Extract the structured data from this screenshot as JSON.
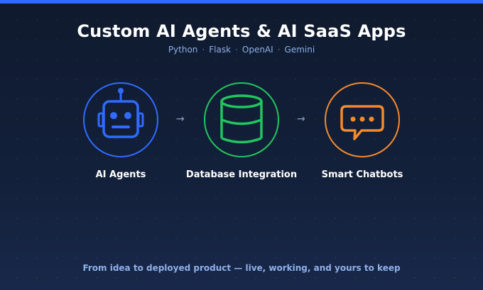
{
  "header": {
    "title": "Custom AI Agents & AI SaaS Apps",
    "tech": [
      "Python",
      "Flask",
      "OpenAI",
      "Gemini"
    ],
    "separator": "·"
  },
  "features": [
    {
      "label": "AI Agents",
      "icon": "robot-icon",
      "color": "#2f6bff"
    },
    {
      "label": "Database Integration",
      "icon": "database-icon",
      "color": "#22c55e"
    },
    {
      "label": "Smart Chatbots",
      "icon": "chat-bubble-icon",
      "color": "#f58a2b"
    }
  ],
  "arrows": [
    "→",
    "→"
  ],
  "footer": {
    "tagline": "From idea to deployed product — live, working, and yours to keep"
  },
  "colors": {
    "background": "#0f1a2e",
    "accent_bar": "#2f6bff",
    "subtitle": "#8fb0e8"
  }
}
